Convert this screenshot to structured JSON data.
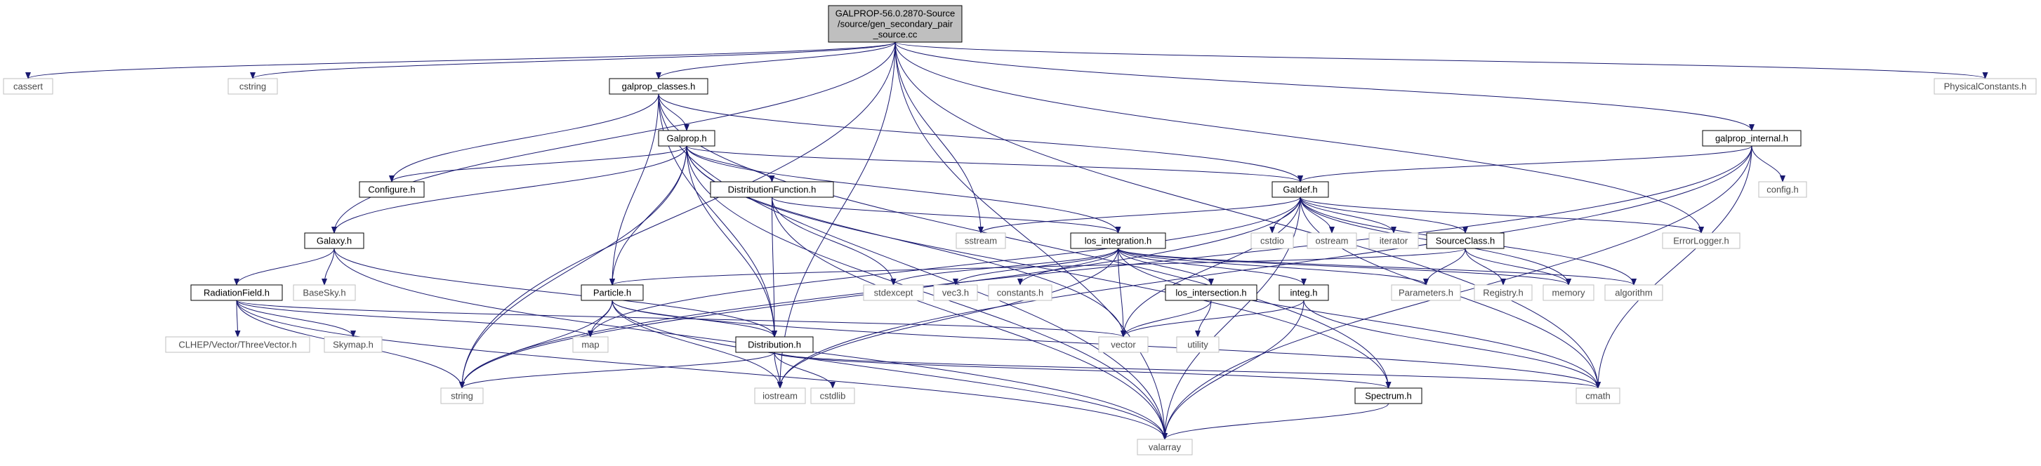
{
  "colors": {
    "edge": "#191970",
    "root_fill": "#bfbfbf",
    "node_border": "#000000",
    "system_border": "#bfbfbf",
    "background": "#ffffff"
  },
  "nodes": {
    "root": {
      "lines": [
        "GALPROP-56.0.2870-Source",
        "/source/gen_secondary_pair",
        "_source.cc"
      ],
      "kind": "root"
    },
    "cassert": {
      "lines": [
        "cassert"
      ],
      "kind": "system"
    },
    "cstring": {
      "lines": [
        "cstring"
      ],
      "kind": "system"
    },
    "galprop_classes": {
      "lines": [
        "galprop_classes.h"
      ],
      "kind": "file"
    },
    "physconst": {
      "lines": [
        "PhysicalConstants.h"
      ],
      "kind": "system"
    },
    "galprop_h": {
      "lines": [
        "Galprop.h"
      ],
      "kind": "file"
    },
    "galprop_internal": {
      "lines": [
        "galprop_internal.h"
      ],
      "kind": "file"
    },
    "configure": {
      "lines": [
        "Configure.h"
      ],
      "kind": "file"
    },
    "distfunc": {
      "lines": [
        "DistributionFunction.h"
      ],
      "kind": "file"
    },
    "galdef": {
      "lines": [
        "Galdef.h"
      ],
      "kind": "file"
    },
    "config": {
      "lines": [
        "config.h"
      ],
      "kind": "system"
    },
    "galaxy": {
      "lines": [
        "Galaxy.h"
      ],
      "kind": "file"
    },
    "sstream": {
      "lines": [
        "sstream"
      ],
      "kind": "system"
    },
    "los_integration": {
      "lines": [
        "los_integration.h"
      ],
      "kind": "file"
    },
    "cstdio": {
      "lines": [
        "cstdio"
      ],
      "kind": "system"
    },
    "ostream": {
      "lines": [
        "ostream"
      ],
      "kind": "system"
    },
    "iterator": {
      "lines": [
        "iterator"
      ],
      "kind": "system"
    },
    "sourceclass": {
      "lines": [
        "SourceClass.h"
      ],
      "kind": "file"
    },
    "errorlogger": {
      "lines": [
        "ErrorLogger.h"
      ],
      "kind": "system"
    },
    "radiationfield": {
      "lines": [
        "RadiationField.h"
      ],
      "kind": "file"
    },
    "basesky": {
      "lines": [
        "BaseSky.h"
      ],
      "kind": "system"
    },
    "particle": {
      "lines": [
        "Particle.h"
      ],
      "kind": "file"
    },
    "stdexcept": {
      "lines": [
        "stdexcept"
      ],
      "kind": "system"
    },
    "vec3": {
      "lines": [
        "vec3.h"
      ],
      "kind": "system"
    },
    "constants": {
      "lines": [
        "constants.h"
      ],
      "kind": "system"
    },
    "los_intersection": {
      "lines": [
        "los_intersection.h"
      ],
      "kind": "file"
    },
    "integ": {
      "lines": [
        "integ.h"
      ],
      "kind": "file"
    },
    "parameters": {
      "lines": [
        "Parameters.h"
      ],
      "kind": "system"
    },
    "registry": {
      "lines": [
        "Registry.h"
      ],
      "kind": "system"
    },
    "memory": {
      "lines": [
        "memory"
      ],
      "kind": "system"
    },
    "algorithm": {
      "lines": [
        "algorithm"
      ],
      "kind": "system"
    },
    "clhep": {
      "lines": [
        "CLHEP/Vector/ThreeVector.h"
      ],
      "kind": "system"
    },
    "skymap": {
      "lines": [
        "Skymap.h"
      ],
      "kind": "system"
    },
    "map": {
      "lines": [
        "map"
      ],
      "kind": "system"
    },
    "distribution": {
      "lines": [
        "Distribution.h"
      ],
      "kind": "file"
    },
    "vector": {
      "lines": [
        "vector"
      ],
      "kind": "system"
    },
    "utility": {
      "lines": [
        "utility"
      ],
      "kind": "system"
    },
    "string": {
      "lines": [
        "string"
      ],
      "kind": "system"
    },
    "iostream": {
      "lines": [
        "iostream"
      ],
      "kind": "system"
    },
    "cstdlib": {
      "lines": [
        "cstdlib"
      ],
      "kind": "system"
    },
    "spectrum": {
      "lines": [
        "Spectrum.h"
      ],
      "kind": "file"
    },
    "cmath": {
      "lines": [
        "cmath"
      ],
      "kind": "system"
    },
    "valarray": {
      "lines": [
        "valarray"
      ],
      "kind": "system"
    }
  },
  "edges": [
    [
      "root",
      "cassert"
    ],
    [
      "root",
      "cstring"
    ],
    [
      "root",
      "galprop_classes"
    ],
    [
      "root",
      "physconst"
    ],
    [
      "root",
      "galprop_internal"
    ],
    [
      "root",
      "galaxy"
    ],
    [
      "root",
      "sstream"
    ],
    [
      "root",
      "errorlogger"
    ],
    [
      "root",
      "string"
    ],
    [
      "root",
      "iostream"
    ],
    [
      "root",
      "cmath"
    ],
    [
      "root",
      "valarray"
    ],
    [
      "galprop_classes",
      "galprop_h"
    ],
    [
      "galprop_classes",
      "configure"
    ],
    [
      "galprop_classes",
      "galdef"
    ],
    [
      "galprop_classes",
      "particle"
    ],
    [
      "galprop_classes",
      "distribution"
    ],
    [
      "galprop_classes",
      "spectrum"
    ],
    [
      "galprop_classes",
      "valarray"
    ],
    [
      "galprop_h",
      "configure"
    ],
    [
      "galprop_h",
      "distfunc"
    ],
    [
      "galprop_h",
      "galdef"
    ],
    [
      "galprop_h",
      "galaxy"
    ],
    [
      "galprop_h",
      "los_integration"
    ],
    [
      "galprop_h",
      "particle"
    ],
    [
      "galprop_h",
      "distribution"
    ],
    [
      "galprop_h",
      "string"
    ],
    [
      "galprop_h",
      "vector"
    ],
    [
      "galprop_h",
      "valarray"
    ],
    [
      "galprop_h",
      "spectrum"
    ],
    [
      "galprop_internal",
      "galdef"
    ],
    [
      "galprop_internal",
      "config"
    ],
    [
      "galprop_internal",
      "string"
    ],
    [
      "galprop_internal",
      "iostream"
    ],
    [
      "galprop_internal",
      "cmath"
    ],
    [
      "galprop_internal",
      "valarray"
    ],
    [
      "distfunc",
      "distribution"
    ],
    [
      "distfunc",
      "los_integration"
    ],
    [
      "distfunc",
      "stdexcept"
    ],
    [
      "distfunc",
      "valarray"
    ],
    [
      "galdef",
      "sstream"
    ],
    [
      "galdef",
      "cstdio"
    ],
    [
      "galdef",
      "ostream"
    ],
    [
      "galdef",
      "iterator"
    ],
    [
      "galdef",
      "sourceclass"
    ],
    [
      "galdef",
      "errorlogger"
    ],
    [
      "galdef",
      "memory"
    ],
    [
      "galdef",
      "algorithm"
    ],
    [
      "galdef",
      "vector"
    ],
    [
      "galdef",
      "string"
    ],
    [
      "galdef",
      "map"
    ],
    [
      "galdef",
      "valarray"
    ],
    [
      "galdef",
      "cmath"
    ],
    [
      "galaxy",
      "radiationfield"
    ],
    [
      "galaxy",
      "basesky"
    ],
    [
      "galaxy",
      "distribution"
    ],
    [
      "galaxy",
      "valarray"
    ],
    [
      "los_integration",
      "stdexcept"
    ],
    [
      "los_integration",
      "vec3"
    ],
    [
      "los_integration",
      "constants"
    ],
    [
      "los_integration",
      "los_intersection"
    ],
    [
      "los_integration",
      "integ"
    ],
    [
      "los_integration",
      "parameters"
    ],
    [
      "los_integration",
      "memory"
    ],
    [
      "los_integration",
      "algorithm"
    ],
    [
      "los_integration",
      "vector"
    ],
    [
      "los_integration",
      "iostream"
    ],
    [
      "los_integration",
      "cmath"
    ],
    [
      "sourceclass",
      "particle"
    ],
    [
      "sourceclass",
      "parameters"
    ],
    [
      "sourceclass",
      "registry"
    ],
    [
      "sourceclass",
      "memory"
    ],
    [
      "radiationfield",
      "clhep"
    ],
    [
      "radiationfield",
      "skymap"
    ],
    [
      "radiationfield",
      "map"
    ],
    [
      "radiationfield",
      "vector"
    ],
    [
      "radiationfield",
      "string"
    ],
    [
      "radiationfield",
      "valarray"
    ],
    [
      "particle",
      "map"
    ],
    [
      "particle",
      "distribution"
    ],
    [
      "particle",
      "string"
    ],
    [
      "particle",
      "iostream"
    ],
    [
      "particle",
      "valarray"
    ],
    [
      "particle",
      "cmath"
    ],
    [
      "los_intersection",
      "vector"
    ],
    [
      "los_intersection",
      "utility"
    ],
    [
      "integ",
      "vector"
    ],
    [
      "integ",
      "valarray"
    ],
    [
      "integ",
      "cmath"
    ],
    [
      "distribution",
      "string"
    ],
    [
      "distribution",
      "iostream"
    ],
    [
      "distribution",
      "cstdlib"
    ],
    [
      "distribution",
      "spectrum"
    ],
    [
      "distribution",
      "cmath"
    ],
    [
      "spectrum",
      "valarray"
    ]
  ]
}
